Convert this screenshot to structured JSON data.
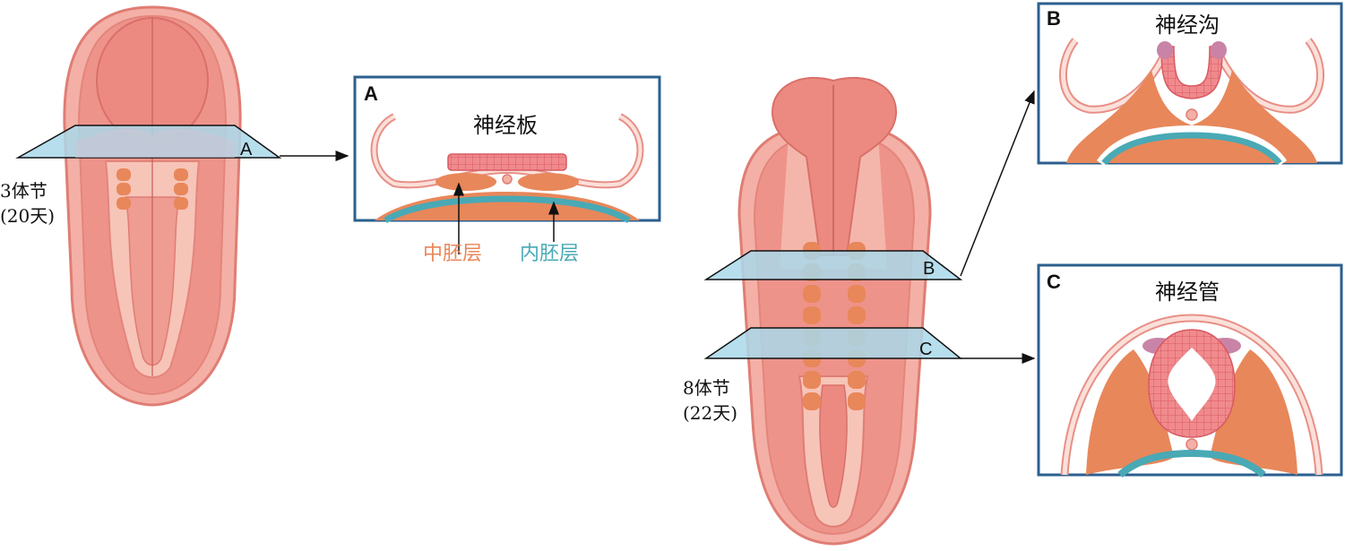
{
  "stage1": {
    "somites": "3体节",
    "days": "(20天)",
    "plane_letter": "A"
  },
  "stage2": {
    "somites": "8体节",
    "days": "(22天)",
    "plane_b_letter": "B",
    "plane_c_letter": "C"
  },
  "panelA": {
    "letter": "A",
    "title": "神经板",
    "mesoderm_label": "中胚层",
    "endoderm_label": "内胚层"
  },
  "panelB": {
    "letter": "B",
    "title": "神经沟"
  },
  "panelC": {
    "letter": "C",
    "title": "神经管"
  },
  "colors": {
    "ectoderm": "#f3a99a",
    "embryo_outline": "#e07d74",
    "neural": "#ea8c84",
    "mesoderm": "#e8875a",
    "endoderm": "#49a9b5",
    "plane": "#a9d8ea",
    "box_border": "#2b5f8e",
    "neural_crest": "#c983a6"
  }
}
